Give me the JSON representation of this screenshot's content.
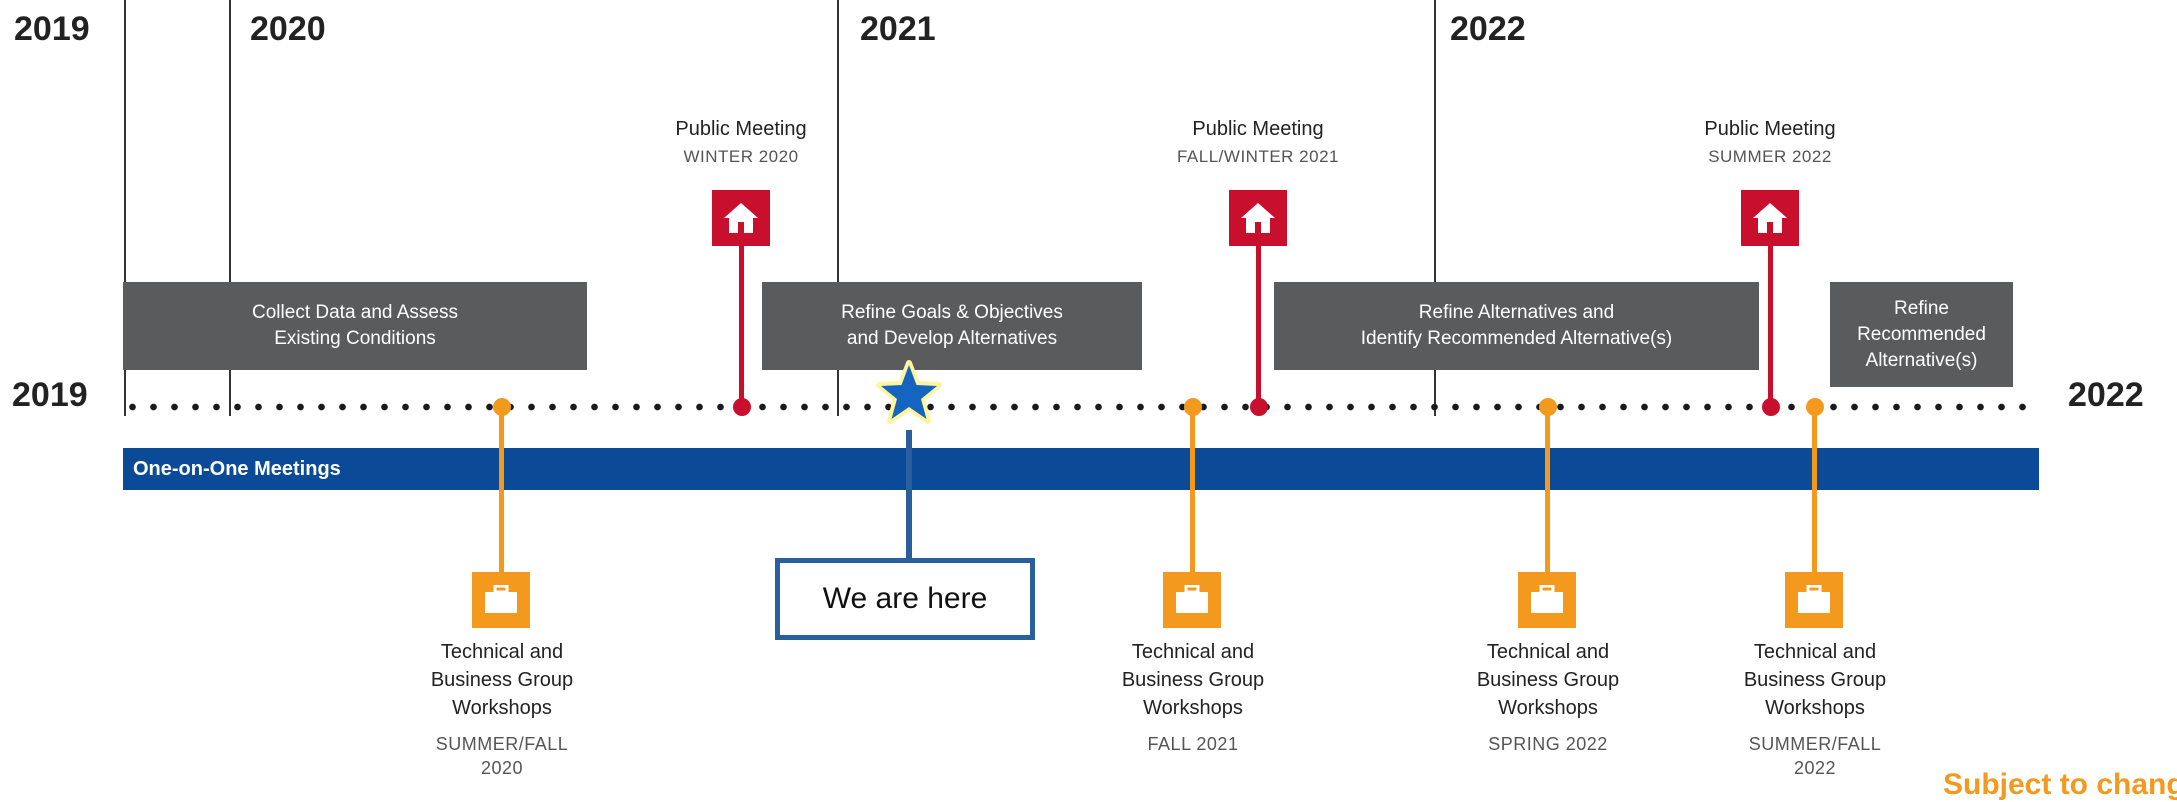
{
  "years_top": [
    "2019",
    "2020",
    "2021",
    "2022"
  ],
  "axis": {
    "start": "2019",
    "end": "2022"
  },
  "phases": [
    "Collect Data and Assess\nExisting Conditions",
    "Refine Goals & Objectives\nand Develop Alternatives",
    "Refine Alternatives and\nIdentify Recommended Alternative(s)",
    "Refine\nRecommended\nAlternative(s)"
  ],
  "one_on_one": "One-on-One Meetings",
  "public_meetings": [
    {
      "title": "Public Meeting",
      "season": "WINTER 2020"
    },
    {
      "title": "Public Meeting",
      "season": "FALL/WINTER 2021"
    },
    {
      "title": "Public Meeting",
      "season": "SUMMER 2022"
    }
  ],
  "workshops": [
    {
      "title": "Technical and\nBusiness Group\nWorkshops",
      "season": "SUMMER/FALL\n2020"
    },
    {
      "title": "Technical and\nBusiness Group\nWorkshops",
      "season": "FALL 2021"
    },
    {
      "title": "Technical and\nBusiness Group\nWorkshops",
      "season": "SPRING 2022"
    },
    {
      "title": "Technical and\nBusiness Group\nWorkshops",
      "season": "SUMMER/FALL\n2022"
    }
  ],
  "marker": {
    "label": "We are here"
  },
  "footer": "Subject to change",
  "colors": {
    "public_meeting": "#c8102e",
    "workshop": "#f39a1e",
    "bar": "#0b4a97",
    "phase": "#595b5d",
    "star": "#1565c0"
  }
}
